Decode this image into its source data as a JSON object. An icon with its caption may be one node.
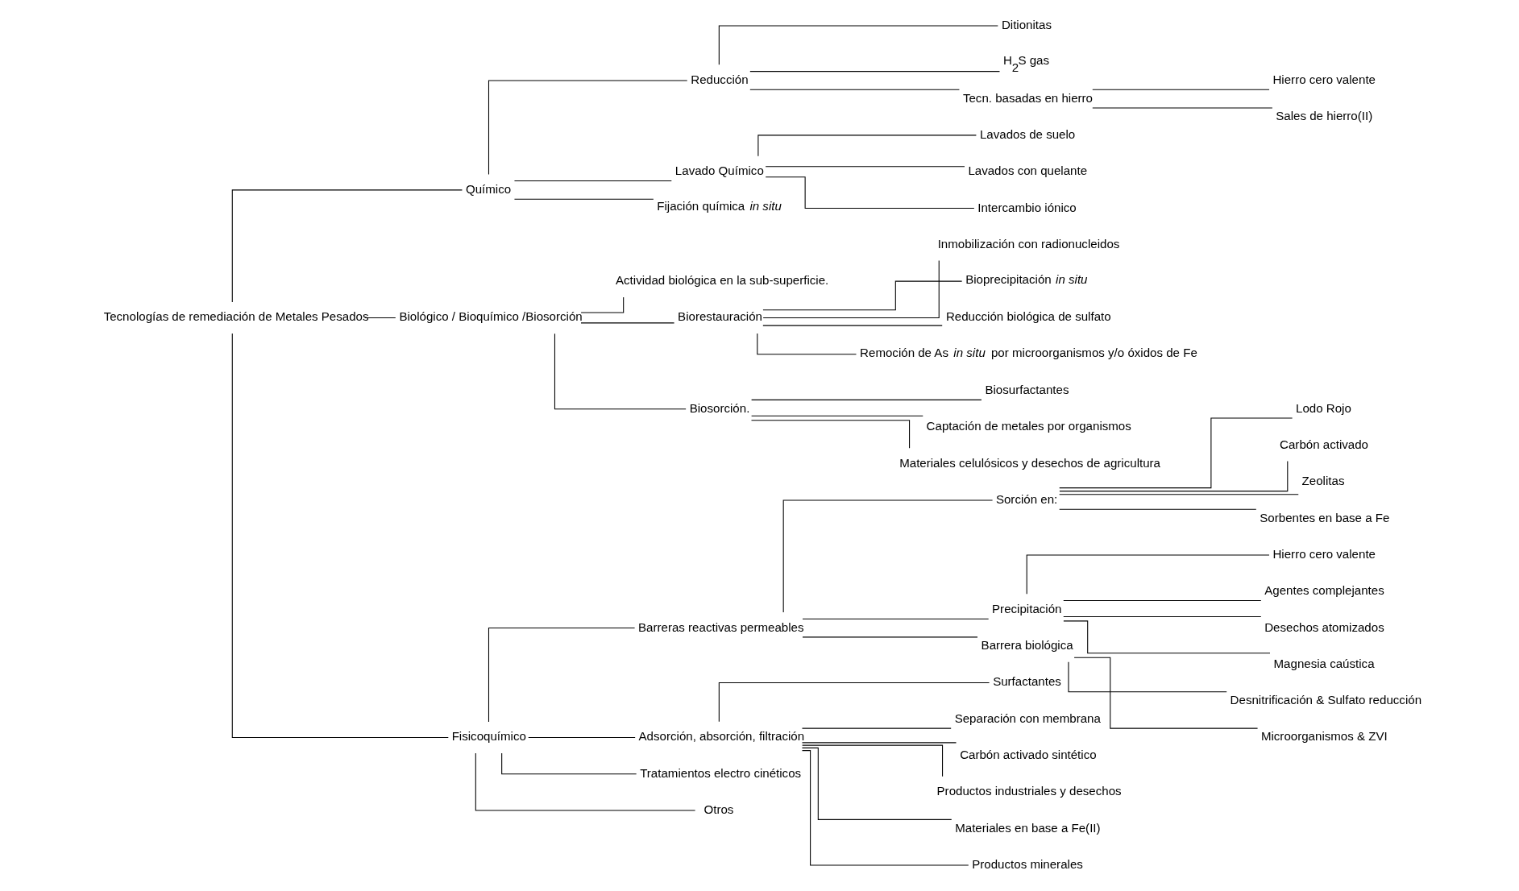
{
  "diagram": {
    "nodes": [
      {
        "text": [
          "Tecnologías de remediación de Metales Pesados"
        ]
      },
      {
        "text": [
          "Químico"
        ]
      },
      {
        "text": [
          "Biológico / Bioquímico /Biosorción"
        ]
      },
      {
        "text": [
          "Fisicoquímico"
        ]
      },
      {
        "text": [
          "Actividad biológica en la sub-superficie."
        ]
      },
      {
        "text": [
          "Biorestauración"
        ]
      },
      {
        "text": [
          "Biosorción."
        ]
      },
      {
        "text": [
          "Reducción"
        ]
      },
      {
        "text": [
          "Lavado Químico"
        ]
      },
      {
        "text": [
          "Fijación química *in situ*"
        ]
      },
      {
        "text": [
          "Ditionitas"
        ]
      },
      {
        "text": [
          "H$_{2}$S gas"
        ]
      },
      {
        "text": [
          "Tecn. basadas en hierro"
        ]
      },
      {
        "text": [
          "Hierro cero valente"
        ]
      },
      {
        "text": [
          "Sales de hierro(II)"
        ]
      },
      {
        "text": [
          "Lavados de suelo"
        ]
      },
      {
        "text": [
          "Lavados con quelante"
        ]
      },
      {
        "text": [
          "Intercambio iónico"
        ]
      },
      {
        "text": [
          "Inmobilización con radionucleidos"
        ]
      },
      {
        "text": [
          "Bioprecipitación *in situ*"
        ]
      },
      {
        "text": [
          "Reducción biológica de sulfato"
        ]
      },
      {
        "text": [
          "Remoción de As *in situ* por microorganismos y/o óxidos de Fe"
        ]
      },
      {
        "text": [
          "Biosurfactantes"
        ]
      },
      {
        "text": [
          "Captación de metales por organismos"
        ]
      },
      {
        "text": [
          "Materiales celulósicos y desechos de agricultura"
        ]
      },
      {
        "text": [
          "Barreras reactivas permeables"
        ]
      },
      {
        "text": [
          "Adsorción, absorción, filtración"
        ]
      },
      {
        "text": [
          "Tratamientos electro cinéticos"
        ]
      },
      {
        "text": [
          "Otros"
        ]
      },
      {
        "text": [
          "Sorción en:"
        ]
      },
      {
        "text": [
          "Precipitación"
        ]
      },
      {
        "text": [
          "Barrera biológica"
        ]
      },
      {
        "text": [
          "Lodo Rojo"
        ]
      },
      {
        "text": [
          "Carbón activado"
        ]
      },
      {
        "text": [
          "Zeolitas"
        ]
      },
      {
        "text": [
          "Sorbentes en base a Fe"
        ]
      },
      {
        "text": [
          "Hierro cero valente"
        ]
      },
      {
        "text": [
          "Agentes complejantes"
        ]
      },
      {
        "text": [
          "Desechos atomizados"
        ]
      },
      {
        "text": [
          "Magnesia caústica"
        ]
      },
      {
        "text": [
          "Desnitrificación & Sulfato reducción"
        ]
      },
      {
        "text": [
          "Microorganismos & ZVI"
        ]
      },
      {
        "text": [
          "Surfactantes"
        ]
      },
      {
        "text": [
          "Separación con membrana"
        ]
      },
      {
        "text": [
          "Carbón activado sintético"
        ]
      },
      {
        "text": [
          "Productos industriales y desechos"
        ]
      },
      {
        "text": [
          "Materiales en base a Fe(II)"
        ]
      },
      {
        "text": [
          "Productos minerales"
        ]
      }
    ],
    "edges": [
      {
        "from": 0,
        "to": 1,
        "arrow": "none"
      },
      {
        "from": 0,
        "to": 2,
        "arrow": "none"
      },
      {
        "from": 0,
        "to": 3,
        "arrow": "none"
      },
      {
        "from": 2,
        "to": 4,
        "arrow": "none"
      },
      {
        "from": 2,
        "to": 5,
        "arrow": "none"
      },
      {
        "from": 2,
        "to": 6,
        "arrow": "none"
      },
      {
        "from": 1,
        "to": 7,
        "arrow": "none"
      },
      {
        "from": 1,
        "to": 8,
        "arrow": "none"
      },
      {
        "from": 1,
        "to": 9,
        "arrow": "none"
      },
      {
        "from": 7,
        "to": 10,
        "arrow": "none"
      },
      {
        "from": 7,
        "to": 11,
        "arrow": "none"
      },
      {
        "from": 7,
        "to": 12,
        "arrow": "none"
      },
      {
        "from": 12,
        "to": 13,
        "arrow": "none"
      },
      {
        "from": 12,
        "to": 14,
        "arrow": "none"
      },
      {
        "from": 8,
        "to": 15,
        "arrow": "none"
      },
      {
        "from": 8,
        "to": 16,
        "arrow": "none"
      },
      {
        "from": 8,
        "to": 17,
        "arrow": "none"
      },
      {
        "from": 5,
        "to": 18,
        "arrow": "none"
      },
      {
        "from": 5,
        "to": 19,
        "arrow": "none"
      },
      {
        "from": 5,
        "to": 20,
        "arrow": "none"
      },
      {
        "from": 5,
        "to": 21,
        "arrow": "none"
      },
      {
        "from": 6,
        "to": 22,
        "arrow": "none"
      },
      {
        "from": 6,
        "to": 23,
        "arrow": "none"
      },
      {
        "from": 6,
        "to": 24,
        "arrow": "none"
      },
      {
        "from": 3,
        "to": 25,
        "arrow": "none"
      },
      {
        "from": 3,
        "to": 26,
        "arrow": "none"
      },
      {
        "from": 3,
        "to": 27,
        "arrow": "none"
      },
      {
        "from": 3,
        "to": 28,
        "arrow": "none"
      },
      {
        "from": 25,
        "to": 29,
        "arrow": "none"
      },
      {
        "from": 25,
        "to": 30,
        "arrow": "none"
      },
      {
        "from": 25,
        "to": 31,
        "arrow": "none"
      },
      {
        "from": 29,
        "to": 32,
        "arrow": "none"
      },
      {
        "from": 29,
        "to": 33,
        "arrow": "none"
      },
      {
        "from": 29,
        "to": 34,
        "arrow": "none"
      },
      {
        "from": 29,
        "to": 35,
        "arrow": "none"
      },
      {
        "from": 30,
        "to": 36,
        "arrow": "none"
      },
      {
        "from": 30,
        "to": 37,
        "arrow": "none"
      },
      {
        "from": 30,
        "to": 38,
        "arrow": "none"
      },
      {
        "from": 30,
        "to": 39,
        "arrow": "none"
      },
      {
        "from": 31,
        "to": 40,
        "arrow": "none"
      },
      {
        "from": 31,
        "to": 41,
        "arrow": "none"
      },
      {
        "from": 26,
        "to": 42,
        "arrow": "none"
      },
      {
        "from": 26,
        "to": 43,
        "arrow": "none"
      },
      {
        "from": 26,
        "to": 44,
        "arrow": "none"
      },
      {
        "from": 26,
        "to": 45,
        "arrow": "none"
      },
      {
        "from": 26,
        "to": 46,
        "arrow": "none"
      },
      {
        "from": 26,
        "to": 47,
        "arrow": "none"
      }
    ]
  }
}
